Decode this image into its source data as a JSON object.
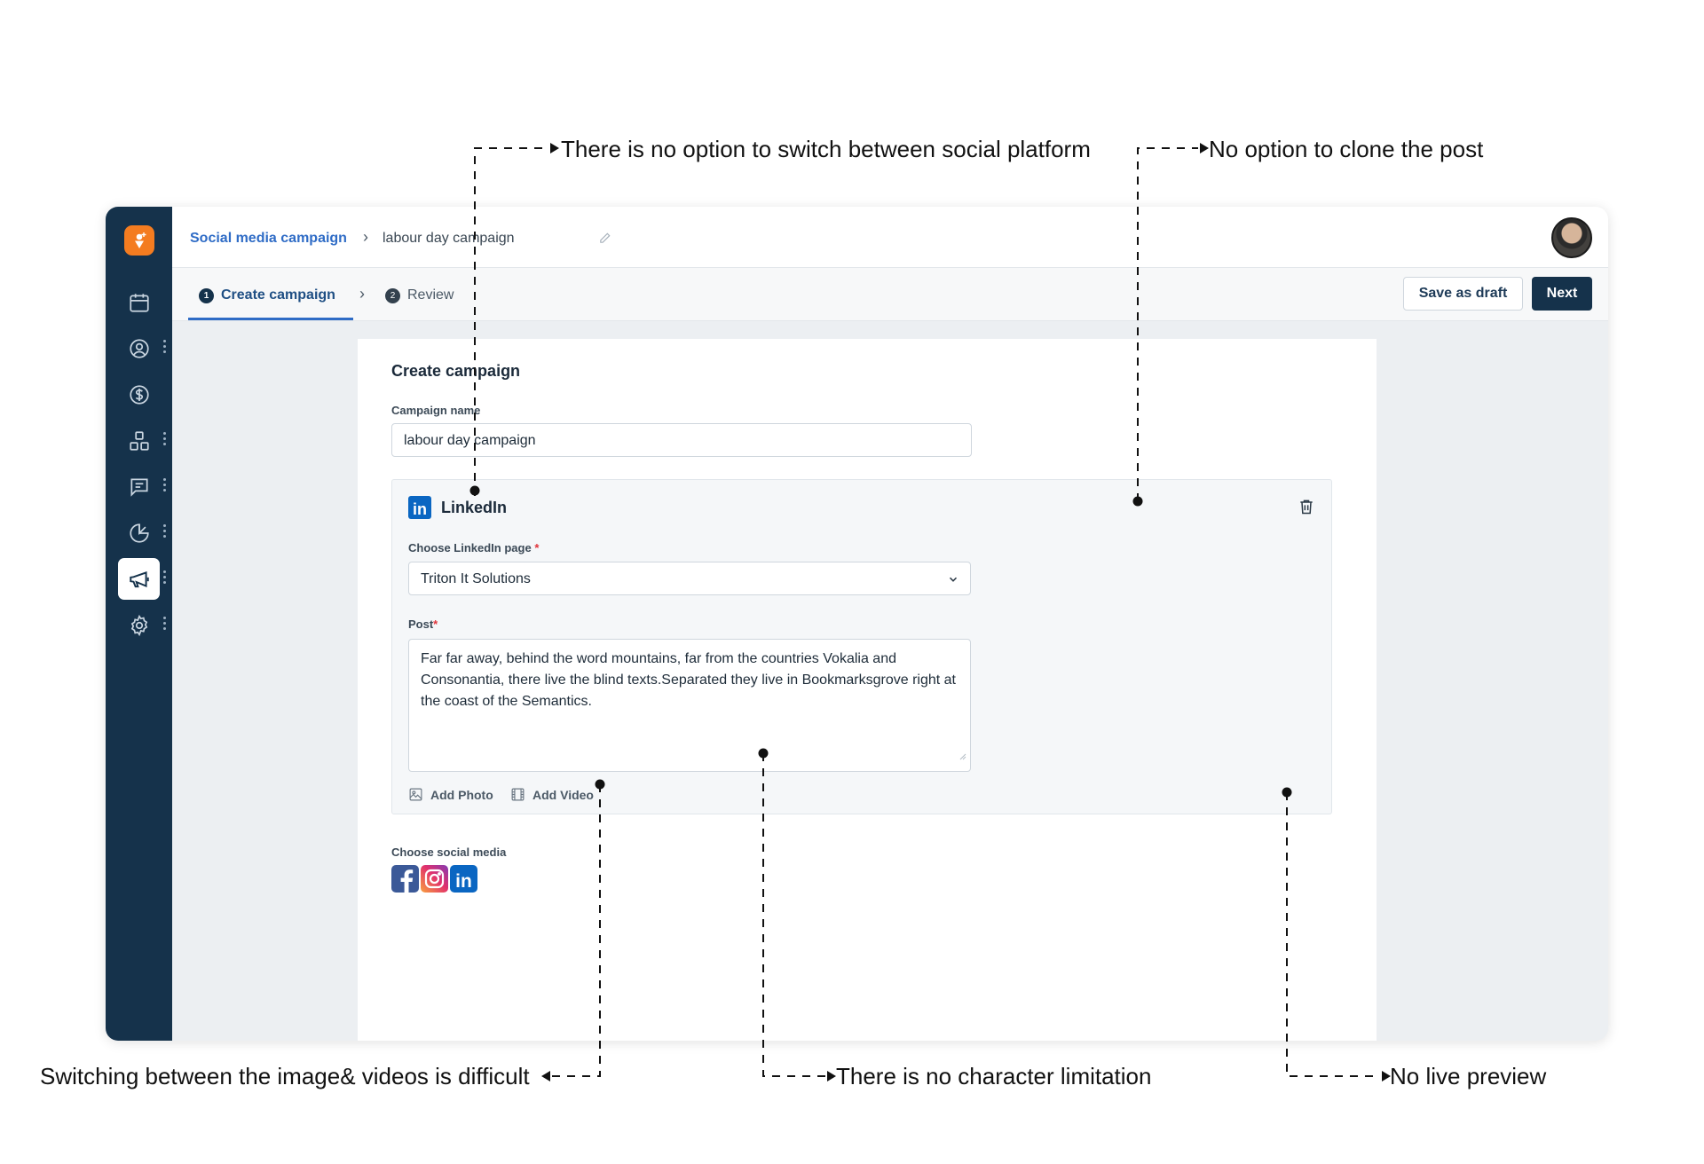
{
  "breadcrumb": {
    "parent": "Social media campaign",
    "separator": "›",
    "current": "labour day campaign"
  },
  "steps": [
    {
      "number": "1",
      "label": "Create campaign",
      "active": true
    },
    {
      "number": "2",
      "label": "Review",
      "active": false
    }
  ],
  "actions": {
    "save_draft": "Save as draft",
    "next": "Next"
  },
  "form": {
    "title": "Create campaign",
    "campaign_name_label": "Campaign name",
    "campaign_name_value": "labour day campaign",
    "platform": {
      "name": "LinkedIn",
      "page_label": "Choose LinkedIn page",
      "page_required": "*",
      "page_value": "Triton It Solutions",
      "post_label": "Post",
      "post_required": "*",
      "post_value": "Far far away, behind the word mountains, far from the countries Vokalia and Consonantia, there live the blind texts.Separated they live in Bookmarksgrove right at the coast of the Semantics.",
      "add_photo": "Add Photo",
      "add_video": "Add Video"
    },
    "social_media_label": "Choose social media",
    "social_icons": [
      "facebook-icon",
      "instagram-icon",
      "linkedin-icon"
    ]
  },
  "annotations": {
    "no_switch_platform": "There is no option to switch between social platform",
    "no_clone": "No option to clone the post",
    "image_video_switch": "Switching between the image& videos is difficult",
    "no_char_limit": "There is no character limitation",
    "no_preview": "No live preview"
  },
  "colors": {
    "sidebar": "#15324b",
    "brand_orange": "#f47c20",
    "link_blue": "#2f6cc6",
    "primary_button": "#15324b",
    "linkedin": "#0a66c2",
    "facebook": "#3b5998",
    "required": "#e0343b"
  },
  "icons": {
    "sidebar": [
      "calendar-icon",
      "contacts-icon",
      "dollar-icon",
      "apps-icon",
      "chat-icon",
      "pie-chart-icon",
      "megaphone-icon",
      "settings-icon"
    ]
  }
}
